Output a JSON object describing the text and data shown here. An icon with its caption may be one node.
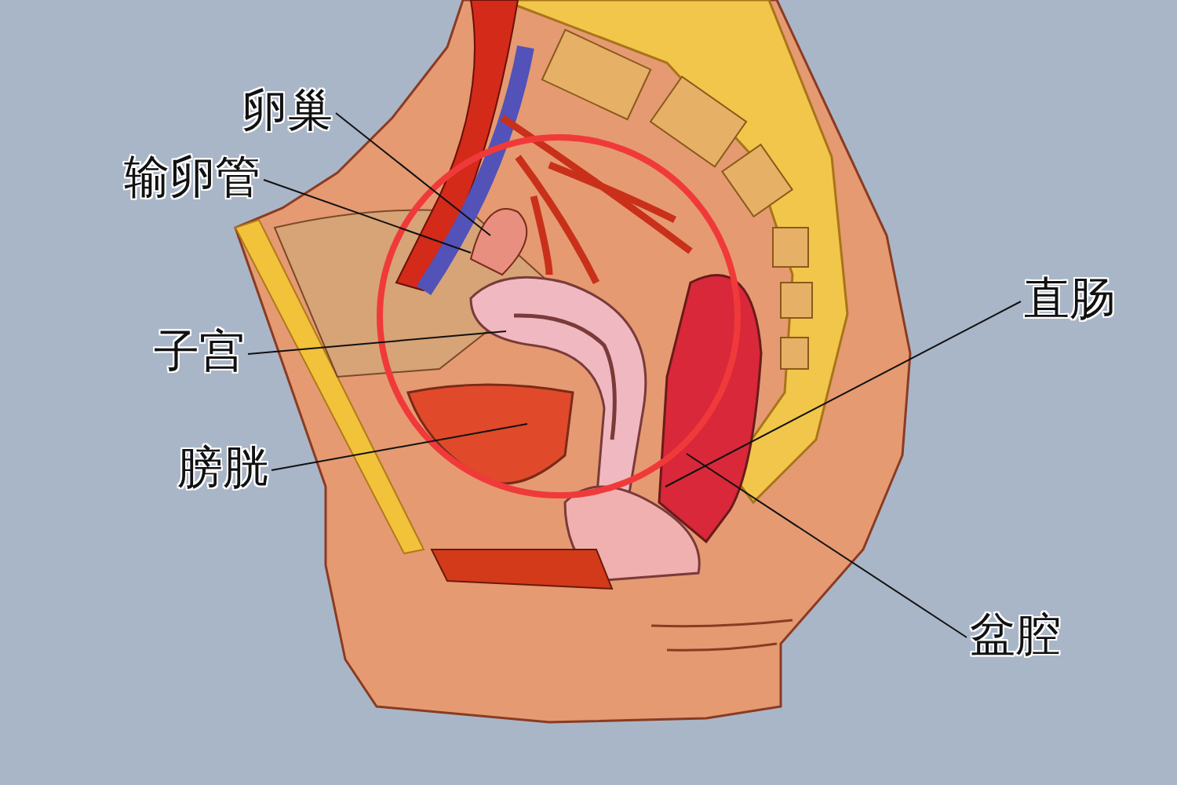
{
  "diagram": {
    "nodes": [
      {
        "text": [
          "卵巢"
        ]
      },
      {
        "text": [
          "输卵管"
        ]
      },
      {
        "text": [
          "子宫"
        ]
      },
      {
        "text": [
          "膀胱"
        ]
      },
      {
        "text": [
          "直肠"
        ]
      },
      {
        "text": [
          "盆腔"
        ]
      }
    ],
    "edges": [
      {
        "from": 0,
        "to": null,
        "arrow": "none"
      },
      {
        "from": 1,
        "to": null,
        "arrow": "none"
      },
      {
        "from": 2,
        "to": null,
        "arrow": "none"
      },
      {
        "from": 3,
        "to": null,
        "arrow": "none"
      },
      {
        "from": 4,
        "to": null,
        "arrow": "none"
      },
      {
        "from": 5,
        "to": null,
        "arrow": "none"
      }
    ]
  }
}
